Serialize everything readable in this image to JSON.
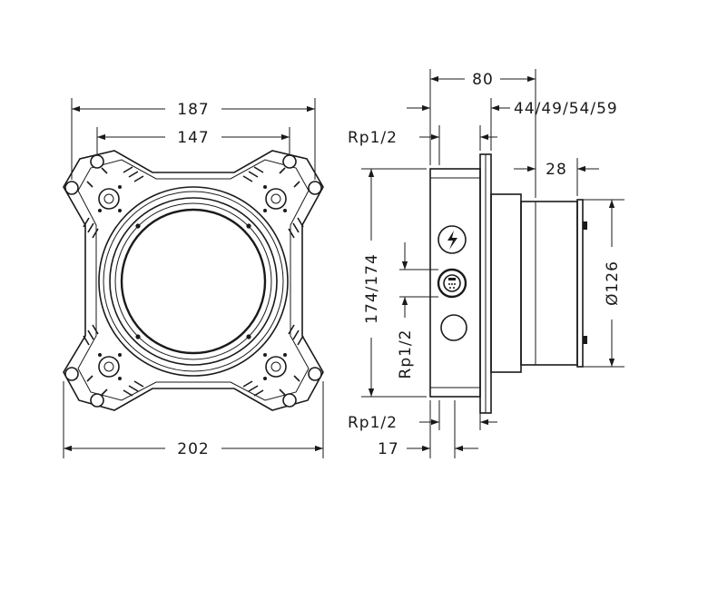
{
  "front_view": {
    "dim_overall_width": "202",
    "dim_flange_width": "187",
    "dim_bolt_spacing": "147"
  },
  "side_view": {
    "dim_total_depth": "80",
    "dim_adjustment_range": "44/49/54/59",
    "dim_collar_depth": "28",
    "dim_collar_diameter": "Ø126",
    "dim_body_height": "174/174",
    "dim_thread_top": "Rp1/2",
    "dim_thread_side": "Rp1/2",
    "dim_thread_bottom": "Rp1/2",
    "dim_front_offset": "17"
  },
  "colors": {
    "line": "#1a1a1a",
    "background": "#ffffff"
  },
  "icons": [
    "lightning-symbol-icon",
    "shower-head-symbol-icon",
    "empty-port-icon"
  ]
}
